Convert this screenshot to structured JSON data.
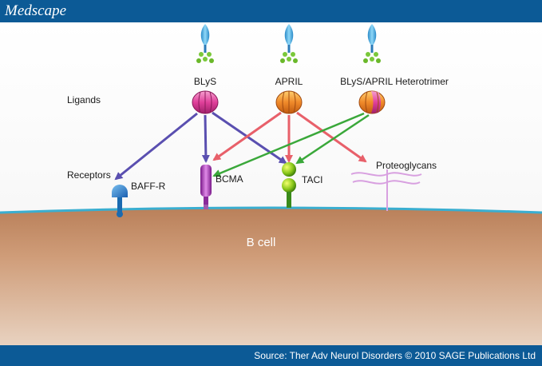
{
  "header": {
    "brand": "Medscape"
  },
  "footer": {
    "source": "Source: Ther Adv Neurol Disorders © 2010 SAGE Publications Ltd"
  },
  "diagram": {
    "row_labels": {
      "ligands": "Ligands",
      "receptors": "Receptors"
    },
    "ligands": [
      {
        "id": "blys",
        "label": "BLyS"
      },
      {
        "id": "april",
        "label": "APRIL"
      },
      {
        "id": "hetero",
        "label": "BLyS/APRIL Heterotrimer"
      }
    ],
    "receptors": [
      {
        "id": "baffr",
        "label": "BAFF-R"
      },
      {
        "id": "bcma",
        "label": "BCMA"
      },
      {
        "id": "taci",
        "label": "TACI"
      },
      {
        "id": "proteoglycans",
        "label": "Proteoglycans"
      }
    ],
    "cell_label": "B cell",
    "colors": {
      "blys_arrow": "#5a4fb0",
      "april_arrow": "#e8606a",
      "hetero_arrow": "#3aa83a",
      "membrane": "#3aaed0",
      "bar": "#0c5a96",
      "cell": "#c9916a"
    }
  }
}
